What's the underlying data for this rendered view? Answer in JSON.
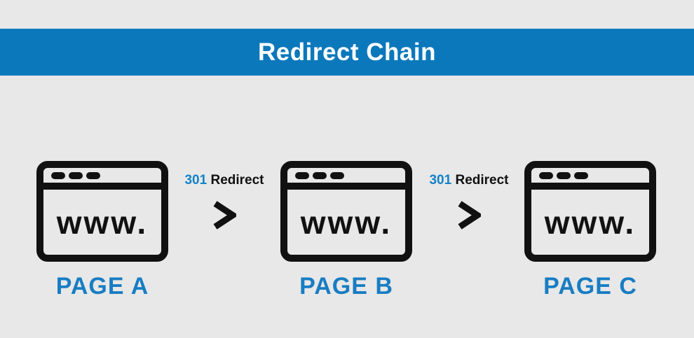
{
  "header": {
    "title": "Redirect Chain"
  },
  "colors": {
    "bg": "#e8e8e8",
    "banner_blue": "#0b78bc",
    "accent_blue": "#187dc3",
    "code_blue": "#1482ca",
    "ink": "#111111",
    "title_text": "#ffffff"
  },
  "pages": [
    {
      "label": "PAGE A",
      "browser_text": "www."
    },
    {
      "label": "PAGE B",
      "browser_text": "www."
    },
    {
      "label": "PAGE C",
      "browser_text": "www."
    }
  ],
  "connectors": [
    {
      "status_code": "301",
      "status_text": "Redirect",
      "arrow": ">"
    },
    {
      "status_code": "301",
      "status_text": "Redirect",
      "arrow": ">"
    }
  ]
}
